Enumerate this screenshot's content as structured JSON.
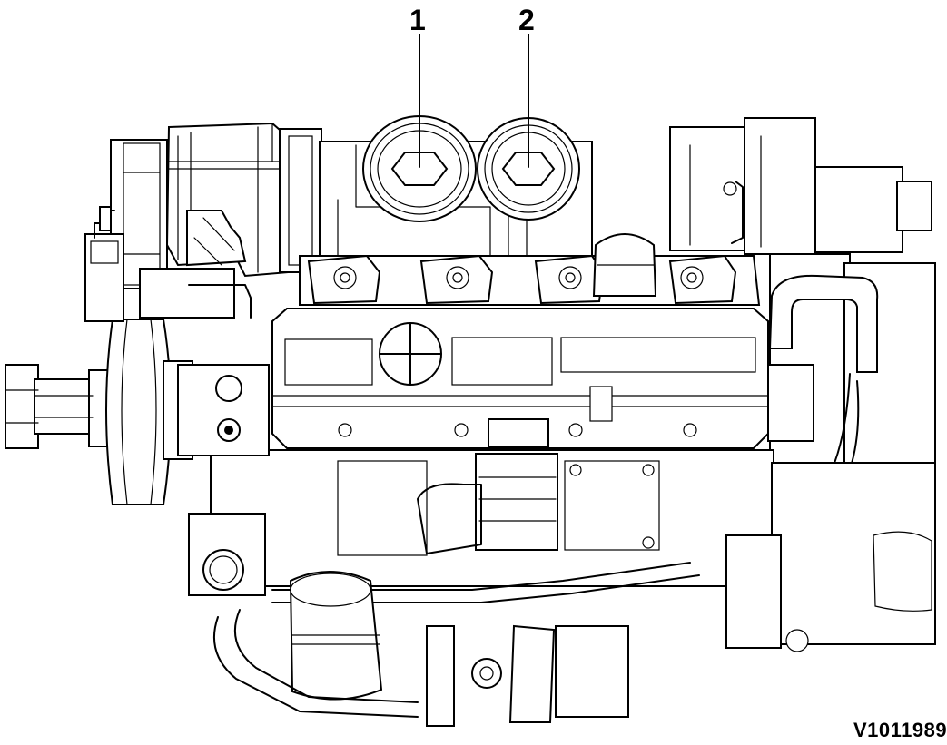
{
  "diagram": {
    "callouts": [
      {
        "label": "1",
        "part": "oil-filter"
      },
      {
        "label": "2",
        "part": "oil-filter"
      }
    ],
    "figure_id": "V1011989",
    "colors": {
      "line": "#000000",
      "background": "#ffffff"
    }
  }
}
